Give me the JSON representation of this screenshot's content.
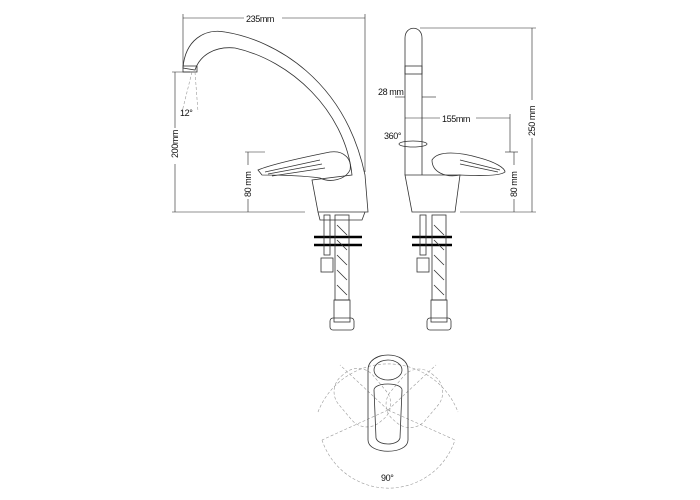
{
  "dimensions": {
    "spout_reach": "235mm",
    "spout_height": "200mm",
    "lever_height_left": "80 mm",
    "total_height": "250 mm",
    "lever_height_right": "80 mm",
    "lever_reach": "155mm",
    "spout_diameter": "28 mm",
    "rotation": "360°",
    "spray_angle": "12°",
    "lever_swing": "90°"
  }
}
